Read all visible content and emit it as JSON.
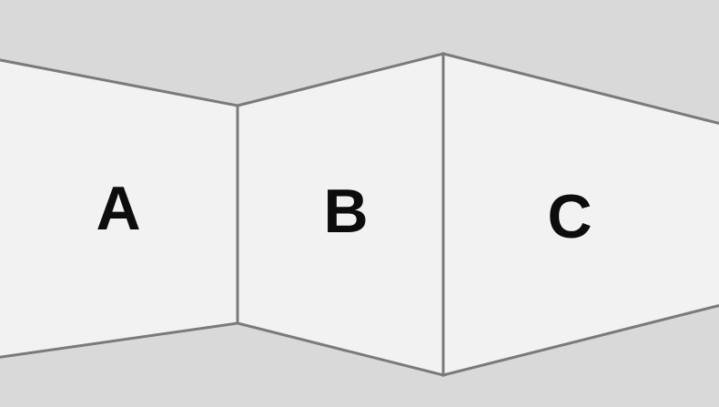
{
  "colors": {
    "background": "#d9d9d9",
    "panel_fill": "#f2f2f2",
    "panel_stroke": "#7a7a7a",
    "label": "#0d0d0d"
  },
  "panels": [
    {
      "label": "A"
    },
    {
      "label": "B"
    },
    {
      "label": "C"
    }
  ]
}
